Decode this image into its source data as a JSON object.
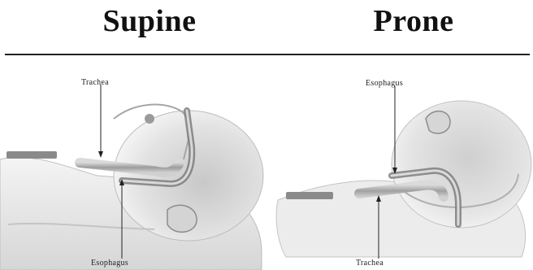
{
  "titles": {
    "left": "Supine",
    "right": "Prone"
  },
  "labels": {
    "left_top": "Trachea",
    "left_bottom": "Esophagus",
    "right_top": "Esophagus",
    "right_bottom": "Trachea"
  },
  "colors": {
    "ink": "#111111",
    "shading": "#9a9a9a",
    "skin": "#e4e4e4",
    "background": "#ffffff"
  }
}
